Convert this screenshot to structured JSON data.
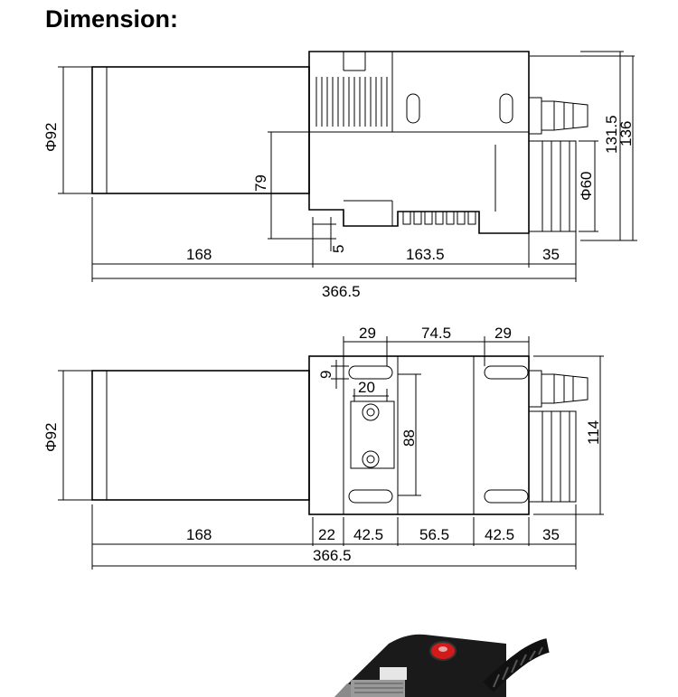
{
  "title": "Dimension:",
  "top_view": {
    "dia_left": "Φ92",
    "height_79": "79",
    "gap_5": "5",
    "dia_60": "Φ60",
    "h_131_5": "131.5",
    "h_136": "136",
    "len_168": "168",
    "len_163_5": "163.5",
    "len_35": "35",
    "total": "366.5"
  },
  "bottom_view": {
    "dia_left": "Φ92",
    "w_29_a": "29",
    "w_74_5": "74.5",
    "w_29_b": "29",
    "slot_9": "9",
    "w_20": "20",
    "h_88": "88",
    "h_114": "114",
    "len_168": "168",
    "len_22": "22",
    "len_42_5_a": "42.5",
    "len_56_5": "56.5",
    "len_42_5_b": "42.5",
    "len_35": "35",
    "total": "366.5"
  },
  "colors": {
    "line": "#000000",
    "background": "#ffffff",
    "button_red": "#d11a1a"
  }
}
